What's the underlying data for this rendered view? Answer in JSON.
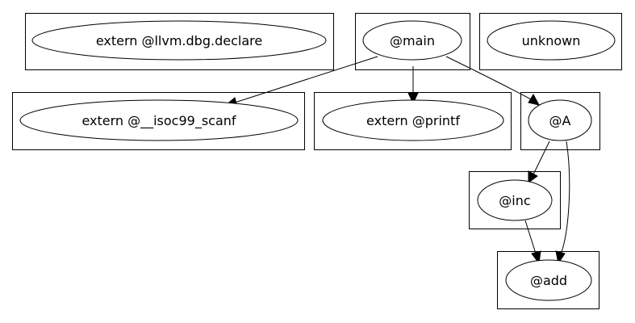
{
  "graph": {
    "nodes": [
      {
        "id": "llvm_dbg_declare",
        "label": "extern @llvm.dbg.declare"
      },
      {
        "id": "main",
        "label": "@main"
      },
      {
        "id": "unknown",
        "label": "unknown"
      },
      {
        "id": "isoc99_scanf",
        "label": "extern @__isoc99_scanf"
      },
      {
        "id": "printf",
        "label": "extern @printf"
      },
      {
        "id": "A",
        "label": "@A"
      },
      {
        "id": "inc",
        "label": "@inc"
      },
      {
        "id": "add",
        "label": "@add"
      }
    ],
    "edges": [
      {
        "from": "main",
        "to": "isoc99_scanf"
      },
      {
        "from": "main",
        "to": "printf"
      },
      {
        "from": "main",
        "to": "A"
      },
      {
        "from": "A",
        "to": "inc"
      },
      {
        "from": "A",
        "to": "add"
      },
      {
        "from": "inc",
        "to": "add"
      }
    ],
    "colors": {
      "stroke": "#000000",
      "fill": "#ffffff",
      "text": "#000000"
    }
  }
}
